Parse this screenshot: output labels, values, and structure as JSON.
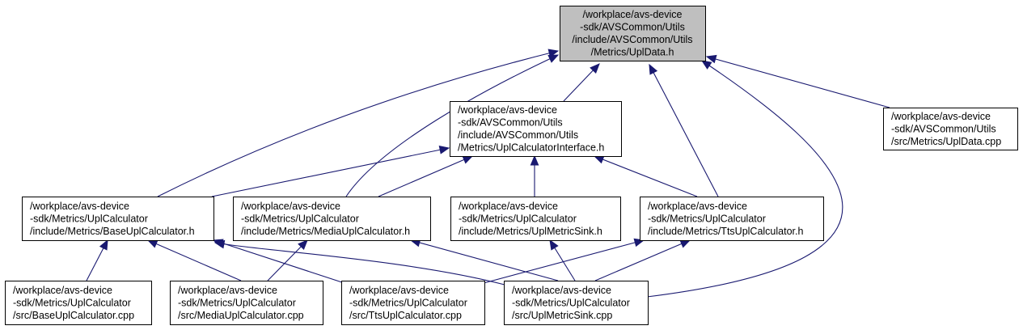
{
  "graph": {
    "edge_color": "#191970",
    "root_fill": "#bfbfbf",
    "nodes": [
      {
        "id": "upldata_h",
        "root": true,
        "lines": [
          "/workplace/avs-device",
          "-sdk/AVSCommon/Utils",
          "/include/AVSCommon/Utils",
          "/Metrics/UplData.h"
        ]
      },
      {
        "id": "upl_calc_iface_h",
        "lines": [
          "/workplace/avs-device",
          "-sdk/AVSCommon/Utils",
          "/include/AVSCommon/Utils",
          "/Metrics/UplCalculatorInterface.h"
        ]
      },
      {
        "id": "upldata_cpp",
        "lines": [
          "/workplace/avs-device",
          "-sdk/AVSCommon/Utils",
          "/src/Metrics/UplData.cpp"
        ]
      },
      {
        "id": "base_upl_h",
        "lines": [
          "/workplace/avs-device",
          "-sdk/Metrics/UplCalculator",
          "/include/Metrics/BaseUplCalculator.h"
        ]
      },
      {
        "id": "media_upl_h",
        "lines": [
          "/workplace/avs-device",
          "-sdk/Metrics/UplCalculator",
          "/include/Metrics/MediaUplCalculator.h"
        ]
      },
      {
        "id": "upl_sink_h",
        "lines": [
          "/workplace/avs-device",
          "-sdk/Metrics/UplCalculator",
          "/include/Metrics/UplMetricSink.h"
        ]
      },
      {
        "id": "tts_upl_h",
        "lines": [
          "/workplace/avs-device",
          "-sdk/Metrics/UplCalculator",
          "/include/Metrics/TtsUplCalculator.h"
        ]
      },
      {
        "id": "base_upl_cpp",
        "lines": [
          "/workplace/avs-device",
          "-sdk/Metrics/UplCalculator",
          "/src/BaseUplCalculator.cpp"
        ]
      },
      {
        "id": "media_upl_cpp",
        "lines": [
          "/workplace/avs-device",
          "-sdk/Metrics/UplCalculator",
          "/src/MediaUplCalculator.cpp"
        ]
      },
      {
        "id": "tts_upl_cpp",
        "lines": [
          "/workplace/avs-device",
          "-sdk/Metrics/UplCalculator",
          "/src/TtsUplCalculator.cpp"
        ]
      },
      {
        "id": "upl_sink_cpp",
        "lines": [
          "/workplace/avs-device",
          "-sdk/Metrics/UplCalculator",
          "/src/UplMetricSink.cpp"
        ]
      }
    ],
    "edges": [
      {
        "from": "upl_calc_iface_h",
        "to": "upldata_h"
      },
      {
        "from": "upldata_cpp",
        "to": "upldata_h"
      },
      {
        "from": "base_upl_h",
        "to": "upldata_h"
      },
      {
        "from": "media_upl_h",
        "to": "upldata_h"
      },
      {
        "from": "tts_upl_h",
        "to": "upldata_h"
      },
      {
        "from": "upl_sink_cpp",
        "to": "upldata_h"
      },
      {
        "from": "base_upl_h",
        "to": "upl_calc_iface_h"
      },
      {
        "from": "media_upl_h",
        "to": "upl_calc_iface_h"
      },
      {
        "from": "upl_sink_h",
        "to": "upl_calc_iface_h"
      },
      {
        "from": "tts_upl_h",
        "to": "upl_calc_iface_h"
      },
      {
        "from": "base_upl_cpp",
        "to": "base_upl_h"
      },
      {
        "from": "media_upl_cpp",
        "to": "base_upl_h"
      },
      {
        "from": "tts_upl_cpp",
        "to": "base_upl_h"
      },
      {
        "from": "upl_sink_cpp",
        "to": "base_upl_h"
      },
      {
        "from": "media_upl_cpp",
        "to": "media_upl_h"
      },
      {
        "from": "upl_sink_cpp",
        "to": "media_upl_h"
      },
      {
        "from": "upl_sink_cpp",
        "to": "upl_sink_h"
      },
      {
        "from": "tts_upl_cpp",
        "to": "tts_upl_h"
      },
      {
        "from": "upl_sink_cpp",
        "to": "tts_upl_h"
      }
    ]
  }
}
